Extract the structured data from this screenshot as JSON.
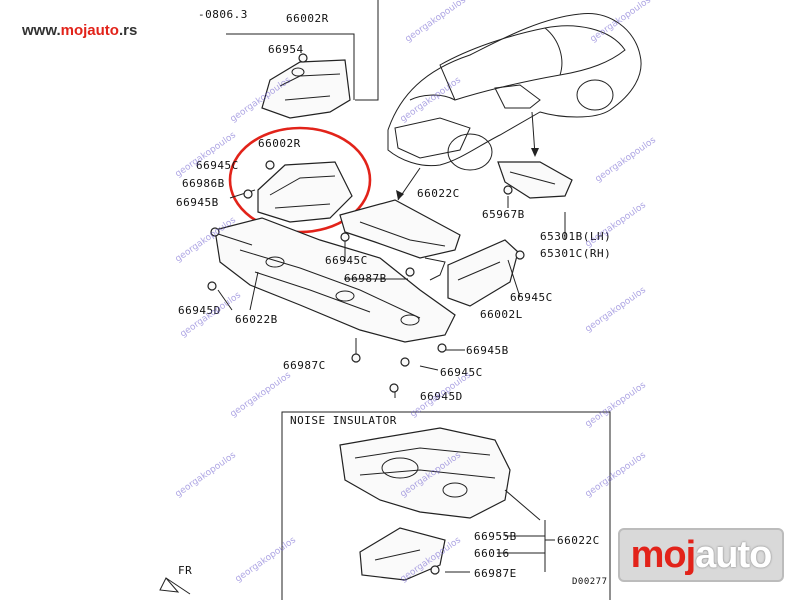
{
  "site_url": {
    "prefix": "www.",
    "brand": "mojauto",
    "suffix": ".rs"
  },
  "logo": {
    "part1": "moj",
    "part2": "auto"
  },
  "diagram_code": "D00277",
  "direction_marker": "FR",
  "section_title": "NOISE INSULATOR",
  "version_note": "-0806.3",
  "watermark_text": "georgakopoulos",
  "colors": {
    "highlight_circle": "#e2231a",
    "watermark": "#6a5acd",
    "brand_red": "#e2231a"
  },
  "labels": {
    "p66002R_top": "66002R",
    "p66954": "66954",
    "p66002R_mid": "66002R",
    "p66945C_a": "66945C",
    "p66986B": "66986B",
    "p66945B_a": "66945B",
    "p66022C_a": "66022C",
    "p65967B": "65967B",
    "p65301B": "65301B(LH)",
    "p65301C": "65301C(RH)",
    "p66945C_b": "66945C",
    "p66987B": "66987B",
    "p66945C_c": "66945C",
    "p66002L": "66002L",
    "p66945D_a": "66945D",
    "p66022B": "66022B",
    "p66945B_b": "66945B",
    "p66987C": "66987C",
    "p66945C_d": "66945C",
    "p66945D_b": "66945D",
    "p66955B": "66955B",
    "p66022C_b": "66022C",
    "p66016": "66016",
    "p66987E": "66987E"
  }
}
